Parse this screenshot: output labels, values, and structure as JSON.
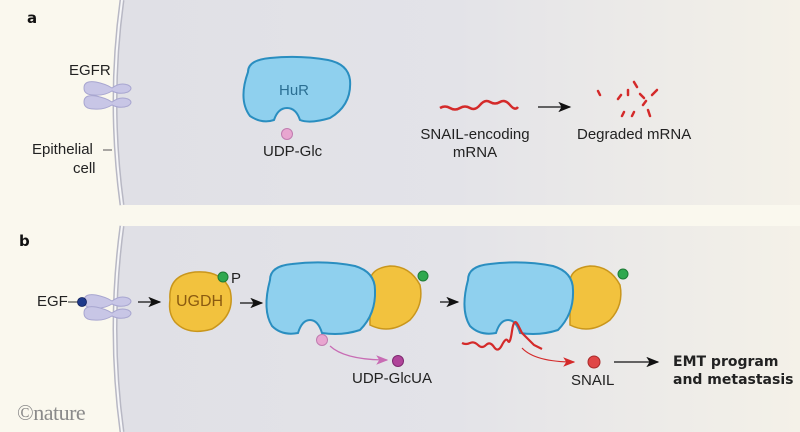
{
  "panels": {
    "a": {
      "label": "a",
      "receptor_label": "EGFR",
      "cell_label_line1": "Epithelial",
      "cell_label_line2": "cell",
      "protein_label": "HuR",
      "ligand_label": "UDP-Glc",
      "mrna_label_line1": "SNAIL-encoding",
      "mrna_label_line2": "mRNA",
      "degraded_label": "Degraded mRNA"
    },
    "b": {
      "label": "b",
      "ligand_label": "EGF",
      "enzyme_label": "UGDH",
      "phospho_label": "P",
      "product_label": "UDP-GlcUA",
      "snail_label": "SNAIL",
      "outcome_line1": "EMT program",
      "outcome_line2": "and metastasis"
    }
  },
  "credit": "©nature",
  "colors": {
    "background": "#faf8ee",
    "cell": "#e2e2e8",
    "membrane": "#b8b8c4",
    "receptor": "#c8c6e6",
    "hur": "#8fd0ee",
    "hur_border": "#2a8ec0",
    "ugdh": "#f2c23e",
    "ugdh_border": "#c9961c",
    "phosphate": "#2fa84f",
    "egf": "#1e3a8a",
    "udp_glc": "#e8a6d0",
    "udp_glcua": "#b0449a",
    "mrna": "#d42a2a",
    "snail": "#e04646"
  }
}
